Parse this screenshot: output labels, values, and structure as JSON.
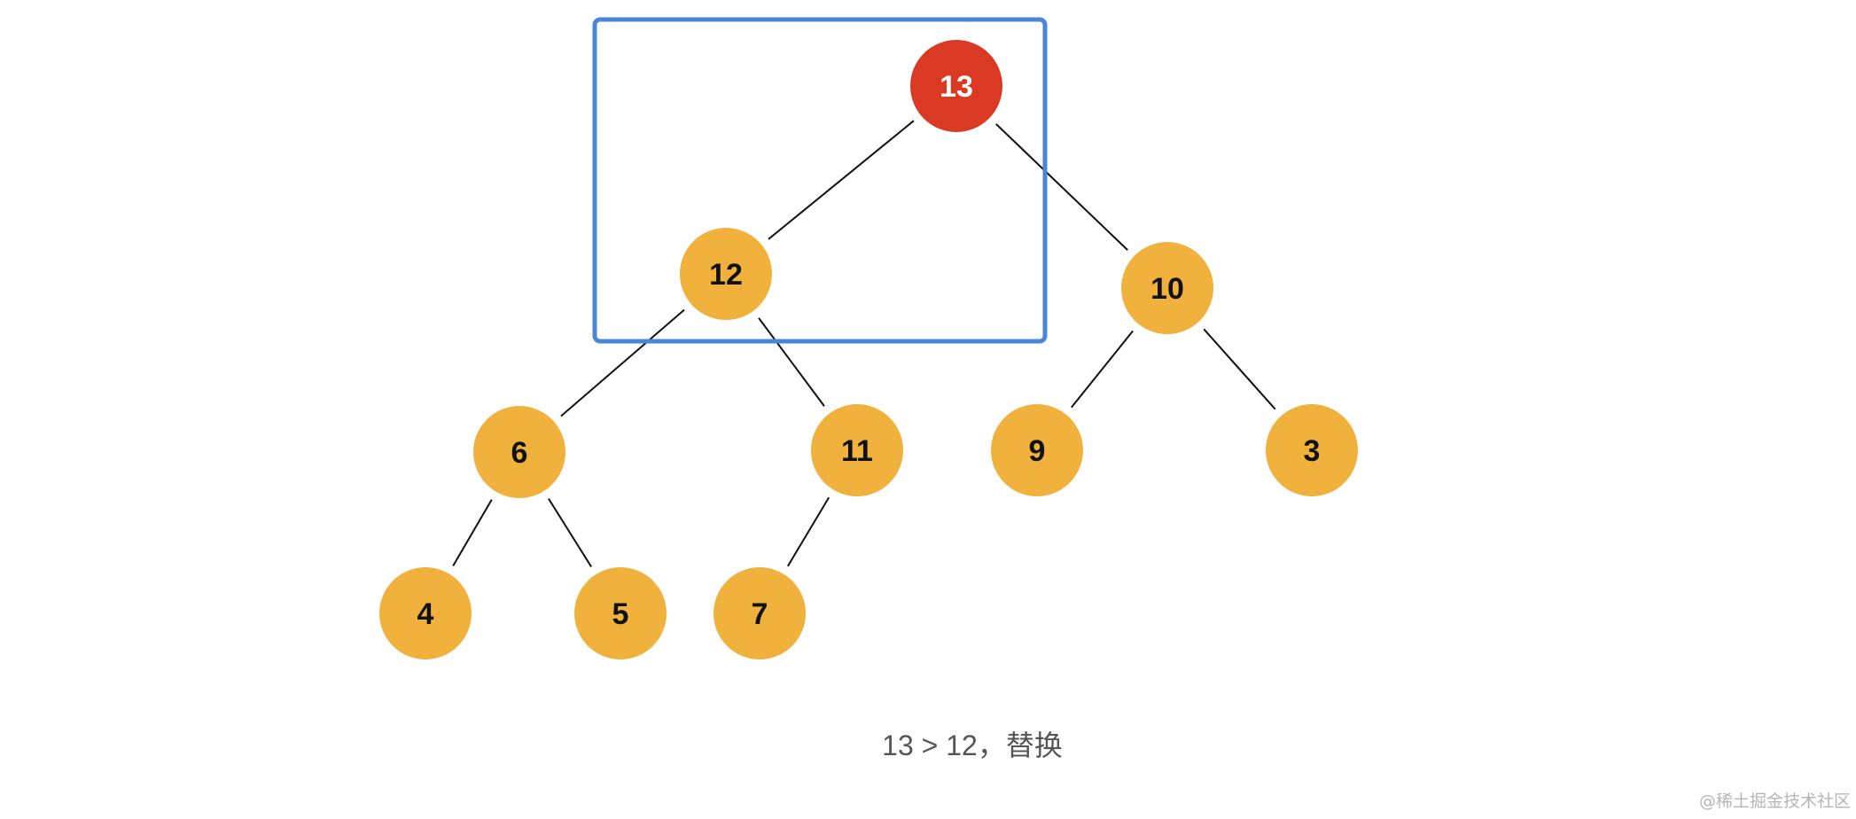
{
  "colors": {
    "node_default": "#f0b13d",
    "node_active": "#da3a23",
    "label_default": "#111111",
    "label_active": "#ffffff",
    "box": "#4a86d8",
    "edge": "#111111"
  },
  "tree": {
    "nodes": [
      {
        "id": "n13",
        "value": "13",
        "state": "active"
      },
      {
        "id": "n12",
        "value": "12",
        "state": "default"
      },
      {
        "id": "n10",
        "value": "10",
        "state": "default"
      },
      {
        "id": "n6",
        "value": "6",
        "state": "default"
      },
      {
        "id": "n11",
        "value": "11",
        "state": "default"
      },
      {
        "id": "n9",
        "value": "9",
        "state": "default"
      },
      {
        "id": "n3",
        "value": "3",
        "state": "default"
      },
      {
        "id": "n4",
        "value": "4",
        "state": "default"
      },
      {
        "id": "n5",
        "value": "5",
        "state": "default"
      },
      {
        "id": "n7",
        "value": "7",
        "state": "default"
      }
    ],
    "edges": [
      {
        "from": "n13",
        "to": "n12"
      },
      {
        "from": "n13",
        "to": "n10"
      },
      {
        "from": "n12",
        "to": "n6"
      },
      {
        "from": "n12",
        "to": "n11"
      },
      {
        "from": "n10",
        "to": "n9"
      },
      {
        "from": "n10",
        "to": "n3"
      },
      {
        "from": "n6",
        "to": "n4"
      },
      {
        "from": "n6",
        "to": "n5"
      },
      {
        "from": "n11",
        "to": "n7"
      }
    ],
    "highlighted": [
      "n13",
      "n12"
    ]
  },
  "caption": "13  > 12，替换",
  "watermark": "@稀土掘金技术社区"
}
